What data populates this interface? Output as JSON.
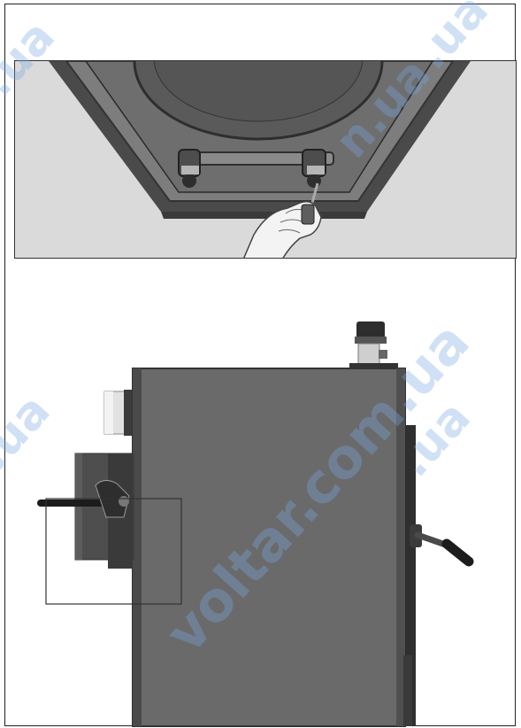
{
  "document": {
    "panels": [
      {
        "id": "detail",
        "content": "boiler door hinge detail with hand adjusting screw"
      },
      {
        "id": "overview",
        "content": "boiler side view with handle and highlighted zone"
      }
    ]
  },
  "watermarks": [
    {
      "text": "voltar.com.ua"
    },
    {
      "text": ".ua"
    },
    {
      "text": ".ua"
    },
    {
      "text": ".ua"
    },
    {
      "text": "n.ua"
    },
    {
      "text": "n.ua"
    }
  ],
  "colors": {
    "panel_bg": "#dadada",
    "boiler_body": "#666666",
    "dark_metal": "#333333",
    "watermark": "#78aae1"
  }
}
